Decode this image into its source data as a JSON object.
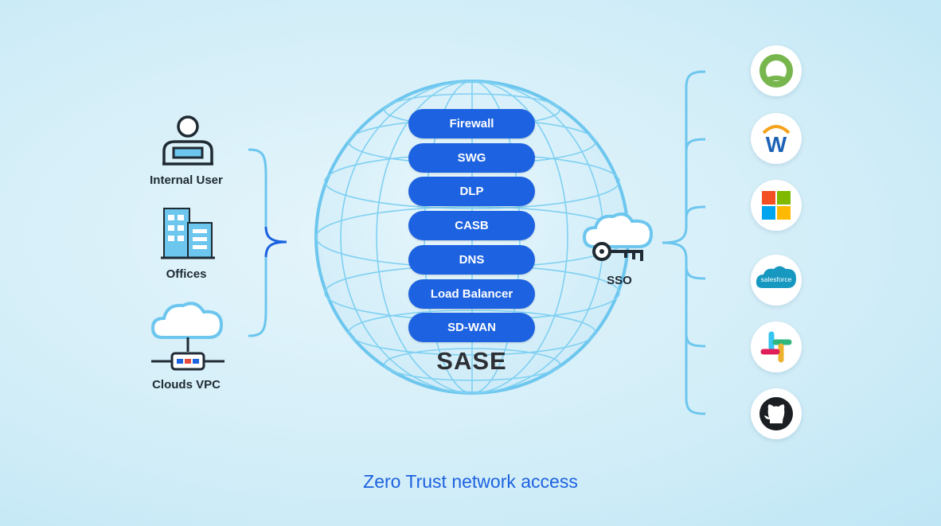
{
  "left_sources": [
    {
      "label": "Internal User",
      "icon": "user-icon"
    },
    {
      "label": "Offices",
      "icon": "office-building-icon"
    },
    {
      "label": "Clouds VPC",
      "icon": "cloud-vpc-icon"
    }
  ],
  "services": [
    "Firewall",
    "SWG",
    "DLP",
    "CASB",
    "DNS",
    "Load Balancer",
    "SD-WAN"
  ],
  "sase_label": "SASE",
  "sso_label": "SSO",
  "apps": [
    {
      "name": "okta",
      "icon": "okta-icon"
    },
    {
      "name": "workday",
      "icon": "workday-icon"
    },
    {
      "name": "microsoft",
      "icon": "microsoft-icon"
    },
    {
      "name": "salesforce",
      "icon": "salesforce-icon",
      "text": "salesforce"
    },
    {
      "name": "slack",
      "icon": "slack-icon"
    },
    {
      "name": "github",
      "icon": "github-icon"
    }
  ],
  "footer_title": "Zero Trust network access",
  "colors": {
    "accent": "#1d62e0",
    "line": "#6cc6ee",
    "dark": "#1f2a33"
  }
}
